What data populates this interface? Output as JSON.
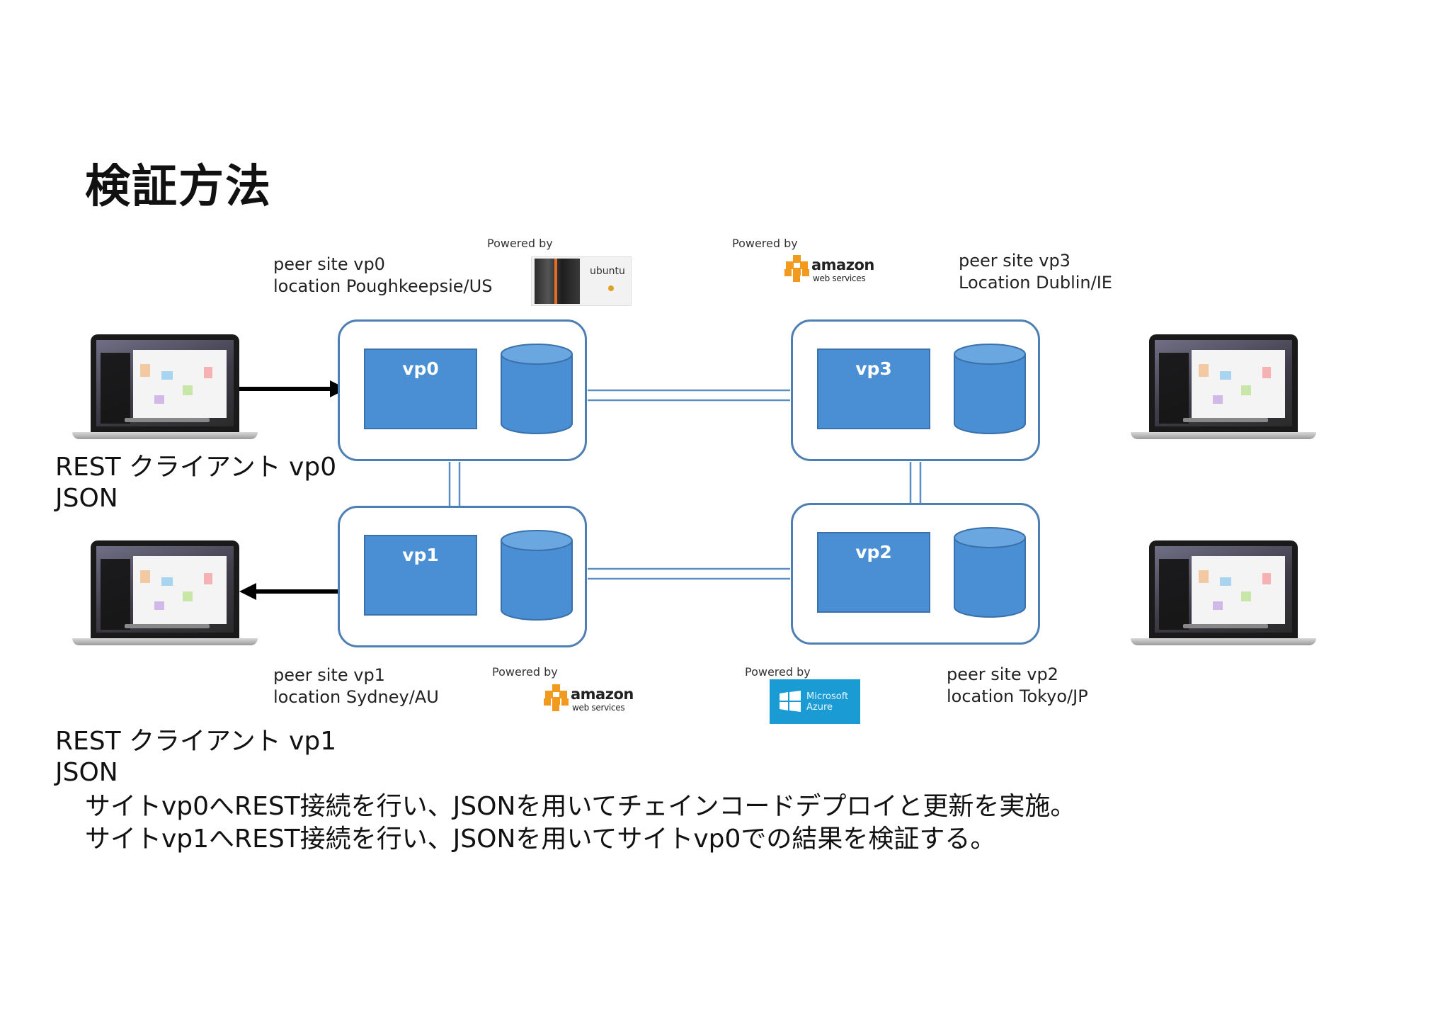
{
  "title": "検証方法",
  "sites": {
    "vp0": {
      "node": "vp0",
      "label": "peer site vp0\nlocation Poughkeepsie/US",
      "powered_by": "Powered by"
    },
    "vp3": {
      "node": "vp3",
      "label": "peer site vp3\nLocation Dublin/IE",
      "powered_by": "Powered by"
    },
    "vp1": {
      "node": "vp1",
      "label": "peer site vp1\nlocation Sydney/AU",
      "powered_by": "Powered by"
    },
    "vp2": {
      "node": "vp2",
      "label": "peer site vp2\nlocation Tokyo/JP",
      "powered_by": "Powered by"
    }
  },
  "logos": {
    "ubuntu": {
      "text": "ubuntu",
      "icon": "ubuntu-server-icon"
    },
    "aws_top": {
      "name": "amazon",
      "sub": "web services",
      "icon": "aws-cubes-icon"
    },
    "aws_bottom": {
      "name": "amazon",
      "sub": "web services",
      "icon": "aws-cubes-icon"
    },
    "azure": {
      "text": "Microsoft\nAzure",
      "icon": "windows-logo-icon"
    }
  },
  "clients": {
    "vp0": "REST クライアント vp0\nJSON",
    "vp1": "REST クライアント vp1\nJSON"
  },
  "description": "サイトvp0へREST接続を行い、JSONを用いてチェインコードデプロイと更新を実施。\nサイトvp1へREST接続を行い、JSONを用いてサイトvp0での結果を検証する。",
  "colors": {
    "node_fill": "#4a8fd4",
    "site_border": "#4d7fb5",
    "link": "#5b8fc4",
    "azure": "#1a9bd3",
    "aws_orange": "#f29a1d"
  }
}
